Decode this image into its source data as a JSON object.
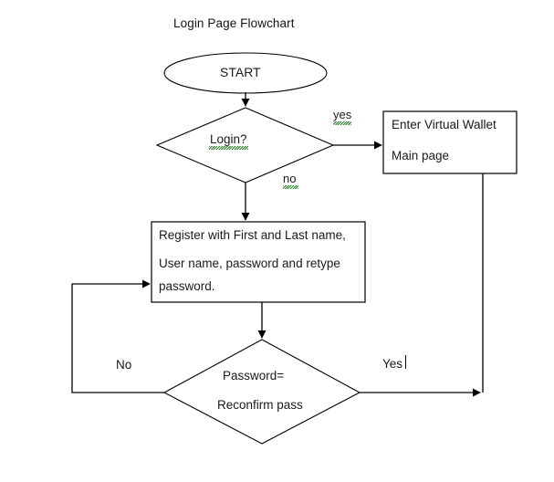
{
  "document": {
    "title": "Login Page Flowchart",
    "background_color": "#ffffff",
    "stroke_color": "#000000",
    "text_color": "#1a1a1a",
    "spellcheck_underline_color": "#1f7a1f"
  },
  "chart_data": {
    "type": "diagram",
    "diagram_kind": "flowchart",
    "title": "Login Page Flowchart",
    "nodes": [
      {
        "id": "start",
        "shape": "oval",
        "text": "START"
      },
      {
        "id": "login",
        "shape": "diamond",
        "text": "Login?"
      },
      {
        "id": "wallet",
        "shape": "rectangle",
        "text": "Enter Virtual Wallet\nMain page"
      },
      {
        "id": "register",
        "shape": "rectangle",
        "text": "Register with First and Last name,\nUser name, password and retype\npassword."
      },
      {
        "id": "password",
        "shape": "diamond",
        "text": "Password=\nReconfirm pass"
      }
    ],
    "edges": [
      {
        "from": "start",
        "to": "login",
        "label": ""
      },
      {
        "from": "login",
        "to": "wallet",
        "label": "yes"
      },
      {
        "from": "login",
        "to": "register",
        "label": "no"
      },
      {
        "from": "register",
        "to": "password",
        "label": ""
      },
      {
        "from": "password",
        "to": "register",
        "label": "No"
      },
      {
        "from": "password",
        "to": "wallet",
        "label": "Yes"
      }
    ]
  },
  "nodes": {
    "start": {
      "label": "START"
    },
    "login": {
      "label": "Login?"
    },
    "wallet": {
      "line1": "Enter Virtual Wallet",
      "line2": "Main page"
    },
    "register": {
      "line1": "Register with First and Last name,",
      "line2": "User name, password and retype",
      "line3": "password."
    },
    "password": {
      "line1": "Password=",
      "line2": "Reconfirm pass"
    }
  },
  "edge_labels": {
    "yes_lower": "yes",
    "no_lower": "no",
    "no_cap": "No",
    "yes_cap": "Yes"
  }
}
